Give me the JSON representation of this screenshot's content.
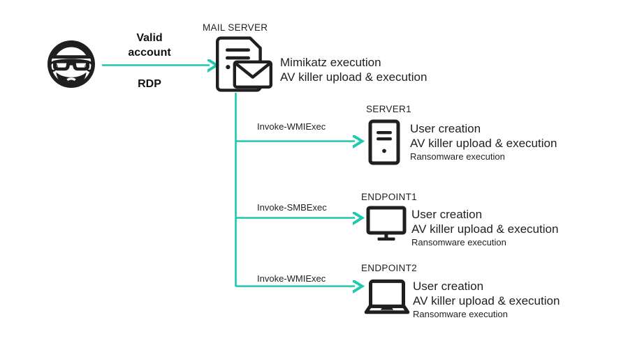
{
  "diagram": {
    "title_visible": false,
    "colors": {
      "arrow": "#1ec8ac",
      "ink": "#1f1f1f",
      "background": "#ffffff"
    },
    "actor": {
      "icon": "hacker-face-icon",
      "label": ""
    },
    "initial_access": {
      "label_line1": "Valid",
      "label_line2": "account",
      "label_line3": "RDP"
    },
    "mail_server": {
      "label": "MAIL SERVER",
      "icon": "mail-server-icon",
      "actions": [
        "Mimikatz execution",
        "AV killer upload & execution"
      ]
    },
    "targets": [
      {
        "label": "SERVER1",
        "icon": "server-tower-icon",
        "edge_label": "Invoke-WMIExec",
        "actions_main": [
          "User creation",
          "AV killer upload & execution"
        ],
        "actions_sub": [
          "Ransomware execution"
        ]
      },
      {
        "label": "ENDPOINT1",
        "icon": "desktop-monitor-icon",
        "edge_label": "Invoke-SMBExec",
        "actions_main": [
          "User creation",
          "AV killer upload & execution"
        ],
        "actions_sub": [
          "Ransomware execution"
        ]
      },
      {
        "label": "ENDPOINT2",
        "icon": "laptop-icon",
        "edge_label": "Invoke-WMIExec",
        "actions_main": [
          "User creation",
          "AV killer upload & execution"
        ],
        "actions_sub": [
          "Ransomware execution"
        ]
      }
    ]
  }
}
